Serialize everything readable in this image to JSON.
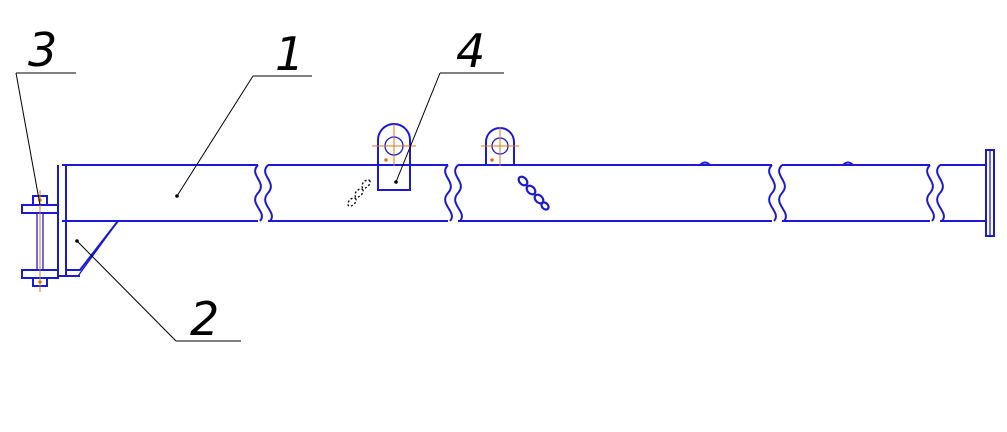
{
  "drawing": {
    "colors": {
      "line": "#1a1ad6",
      "center_marks": "#e0741a",
      "leader": "#000000",
      "background": "#ffffff"
    },
    "callouts": {
      "c1": "1",
      "c2": "2",
      "c3": "3",
      "c4": "4"
    }
  }
}
